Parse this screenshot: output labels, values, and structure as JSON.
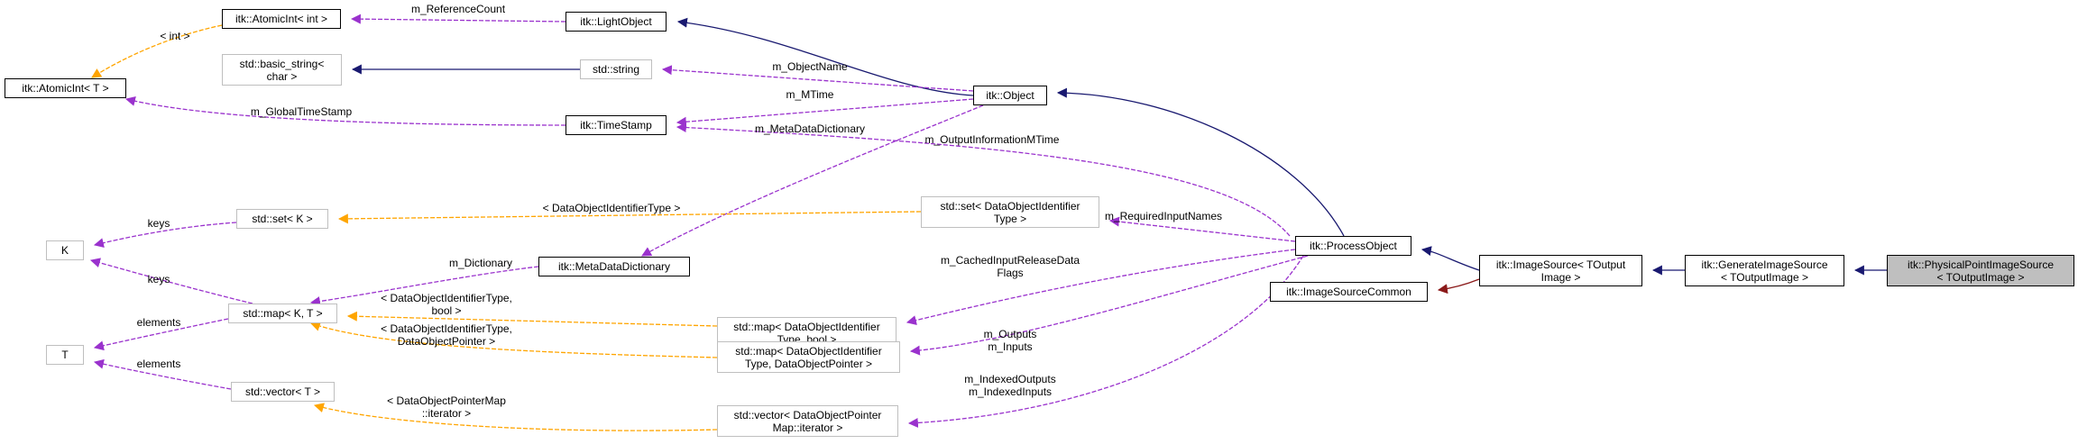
{
  "colors": {
    "inheritance": "#191970",
    "usage": "#9a32cd",
    "template": "#ffa500",
    "private": "#8b1a1a",
    "current_fill": "#bfbfbf",
    "undocumented_border": "#bfbfbf"
  },
  "nodes": {
    "atomicint_int": [
      "itk::AtomicInt< int >"
    ],
    "lightobject": [
      "itk::LightObject"
    ],
    "atomicint_t": [
      "itk::AtomicInt< T >"
    ],
    "basic_string": [
      "std::basic_string<",
      "char >"
    ],
    "string": [
      "std::string"
    ],
    "object": [
      "itk::Object"
    ],
    "timestamp": [
      "itk::TimeStamp"
    ],
    "set_k": [
      "std::set< K >"
    ],
    "set_doit": [
      "std::set< DataObjectIdentifier",
      "Type >"
    ],
    "k": [
      "K"
    ],
    "metadatadict": [
      "itk::MetaDataDictionary"
    ],
    "processobject": [
      "itk::ProcessObject"
    ],
    "map_kt": [
      "std::map< K, T >"
    ],
    "map_bool": [
      "std::map< DataObjectIdentifier",
      "Type, bool >"
    ],
    "imagesourcecommon": [
      "itk::ImageSourceCommon"
    ],
    "imagesource": [
      "itk::ImageSource< TOutput",
      "Image >"
    ],
    "generateimagesource": [
      "itk::GenerateImageSource",
      "< TOutputImage >"
    ],
    "physicalpoint": [
      "itk::PhysicalPointImageSource",
      "< TOutputImage >"
    ],
    "t": [
      "T"
    ],
    "map_dop": [
      "std::map< DataObjectIdentifier",
      "Type, DataObjectPointer >"
    ],
    "vector_t": [
      "std::vector< T >"
    ],
    "vector_iter": [
      "std::vector< DataObjectPointer",
      "Map::iterator >"
    ]
  },
  "edge_labels": {
    "reference_count": [
      "m_ReferenceCount"
    ],
    "int_arg": [
      "< int >"
    ],
    "object_name": [
      "m_ObjectName"
    ],
    "mtime": [
      "m_MTime"
    ],
    "global_timestamp": [
      "m_GlobalTimeStamp"
    ],
    "metadata_dictionary": [
      "m_MetaDataDictionary"
    ],
    "output_info_mtime": [
      "m_OutputInformationMTime"
    ],
    "doit_arg": [
      "< DataObjectIdentifierType >"
    ],
    "keys_set": [
      "keys"
    ],
    "required_input_names": [
      "m_RequiredInputNames"
    ],
    "dictionary": [
      "m_Dictionary"
    ],
    "keys_map": [
      "keys"
    ],
    "cached_input_release": [
      "m_CachedInputReleaseData",
      "Flags"
    ],
    "map_bool_arg": [
      "< DataObjectIdentifierType,",
      "bool >"
    ],
    "elements_map": [
      "elements"
    ],
    "outputs_inputs": [
      "m_Outputs",
      "m_Inputs"
    ],
    "map_dop_arg": [
      "< DataObjectIdentifierType,",
      "DataObjectPointer >"
    ],
    "elements_vector": [
      "elements"
    ],
    "vector_arg": [
      "< DataObjectPointerMap",
      "::iterator >"
    ],
    "indexed": [
      "m_IndexedOutputs",
      "m_IndexedInputs"
    ]
  }
}
